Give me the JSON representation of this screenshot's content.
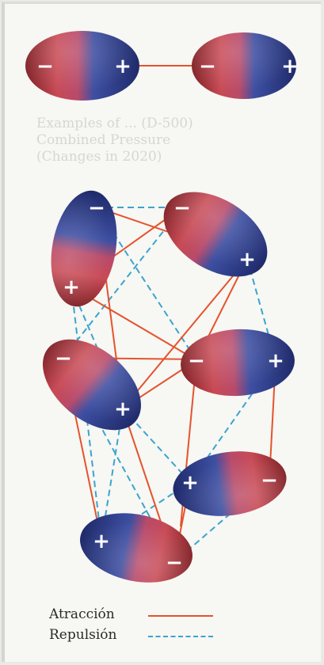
{
  "colors": {
    "attraction": "#e4532e",
    "repulsion": "#3aa4cf",
    "negative_pole": "#9b2b2f",
    "positive_pole": "#2e3f8e"
  },
  "pole_labels": {
    "negative": "−",
    "positive": "+"
  },
  "legend": {
    "attraction_label": "Atracción",
    "repulsion_label": "Repulsión"
  },
  "background_text": [
    "Examples of ... (D-500)",
    "Combined Pressure",
    "(Changes in 2020)"
  ]
}
